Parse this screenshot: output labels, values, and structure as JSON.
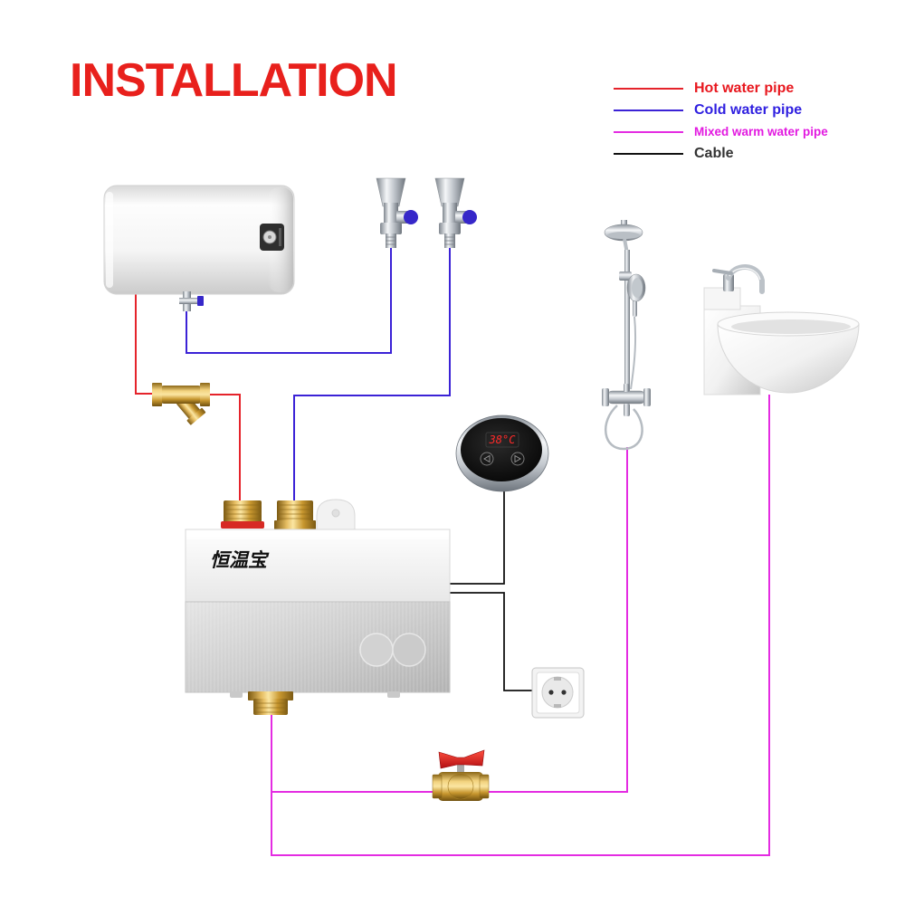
{
  "title": "INSTALLATION",
  "title_color": "#e8201c",
  "legend": [
    {
      "label": "Hot water pipe",
      "line_color": "#e5232b",
      "text_color": "#e8181f"
    },
    {
      "label": "Cold water pipe",
      "line_color": "#3b22d6",
      "text_color": "#2f1fe0"
    },
    {
      "label": "Mixed warm water pipe",
      "line_color": "#e42ce2",
      "text_color": "#e21ae0"
    },
    {
      "label": "Cable",
      "line_color": "#111111",
      "text_color": "#333333"
    }
  ],
  "thermostat_unit": {
    "logo_text": "恒温宝"
  },
  "controller": {
    "display_text": "38°C",
    "display_color": "#ff2a2a"
  }
}
